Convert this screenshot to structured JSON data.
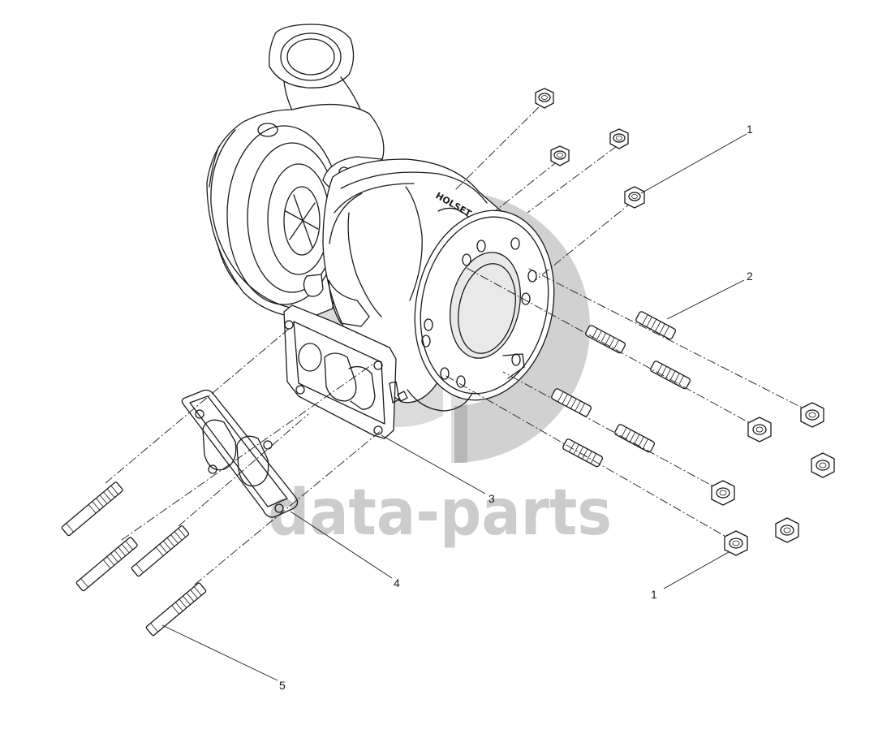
{
  "diagram": {
    "brand_label": "HOLSET",
    "watermark": "data-parts",
    "callouts": [
      "1",
      "2",
      "3",
      "4",
      "5",
      "1"
    ]
  }
}
